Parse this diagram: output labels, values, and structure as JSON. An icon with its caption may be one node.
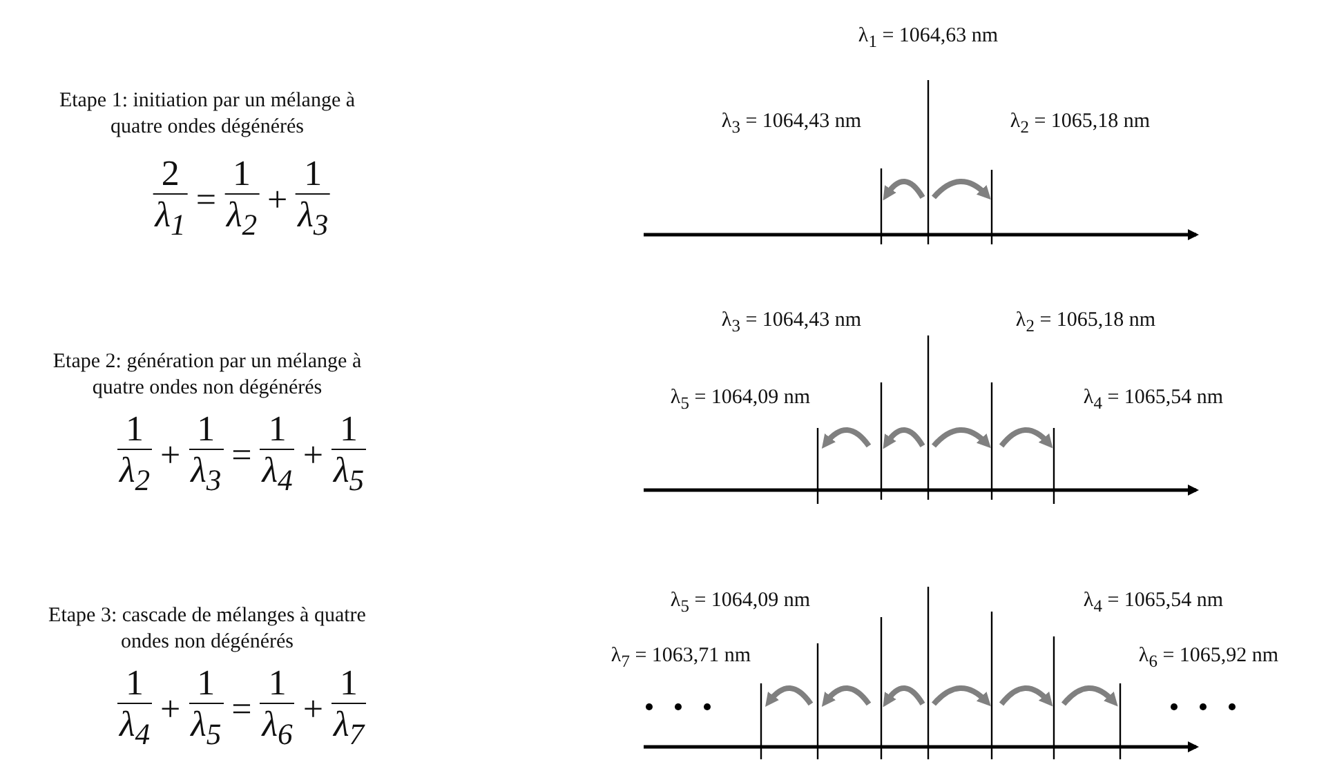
{
  "diagram": {
    "labels": [
      "Etape 1: initiation par un mélange à quatre ondes dégénérés",
      "2",
      "λ$_{1}$",
      "=",
      "1",
      "λ$_{2}$",
      "+",
      "1",
      "λ$_{3}$",
      "λ$_{1}$ = 1064,63 nm",
      "λ$_{3}$ = 1064,43 nm",
      "λ$_{2}$ = 1065,18 nm",
      "Etape 2: génération par un mélange à quatre ondes non dégénérés",
      "1",
      "λ$_{2}$",
      "+",
      "1",
      "λ$_{3}$",
      "=",
      "1",
      "λ$_{4}$",
      "+",
      "1",
      "λ$_{5}$",
      "λ$_{3}$ = 1064,43 nm",
      "λ$_{2}$ = 1065,18 nm",
      "λ$_{5}$ = 1064,09 nm",
      "λ$_{4}$ = 1065,54 nm",
      "Etape 3: cascade de mélanges à quatre ondes non dégénérés",
      "1",
      "λ$_{4}$",
      "+",
      "1",
      "λ$_{5}$",
      "=",
      "1",
      "λ$_{6}$",
      "+",
      "1",
      "λ$_{7}$",
      "λ$_{5}$ = 1064,09 nm",
      "λ$_{4}$ = 1065,54 nm",
      "λ$_{7}$ = 1063,71 nm",
      "λ$_{6}$ = 1065,92 nm"
    ]
  }
}
